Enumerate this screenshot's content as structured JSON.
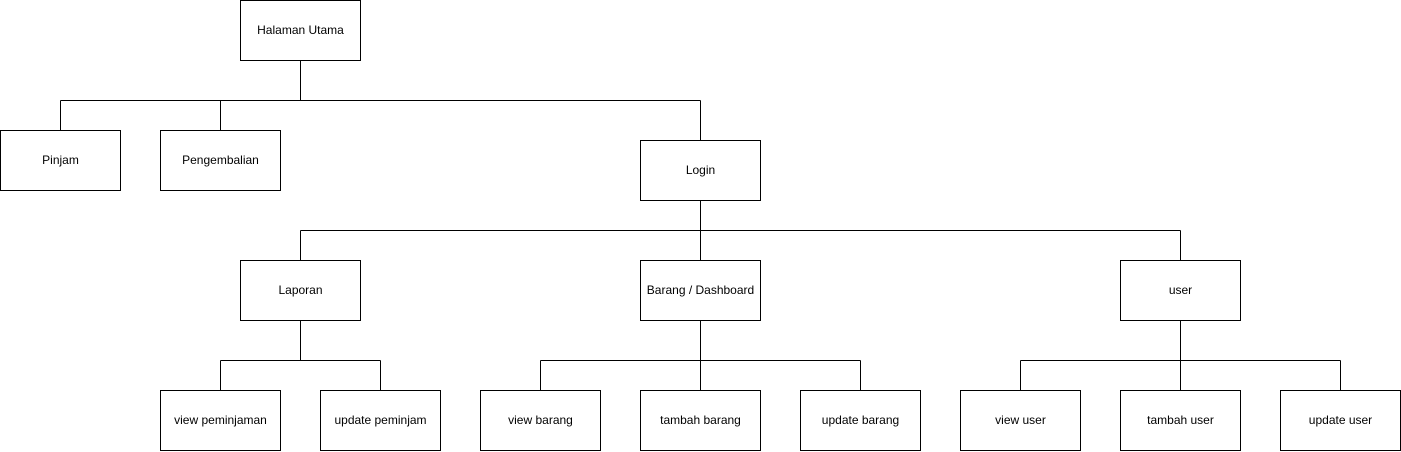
{
  "diagram": {
    "nodes": {
      "halaman_utama": "Halaman Utama",
      "pinjam": "Pinjam",
      "pengembalian": "Pengembalian",
      "login": "Login",
      "laporan": "Laporan",
      "barang_dashboard": "Barang / Dashboard",
      "user": "user",
      "view_peminjaman": "view peminjaman",
      "update_peminjam": "update peminjam",
      "view_barang": "view barang",
      "tambah_barang": "tambah barang",
      "update_barang": "update barang",
      "view_user": "view user",
      "tambah_user": "tambah user",
      "update_user": "update user"
    },
    "colors": {
      "stroke": "#000000",
      "fill": "#ffffff",
      "text": "#000000"
    }
  }
}
